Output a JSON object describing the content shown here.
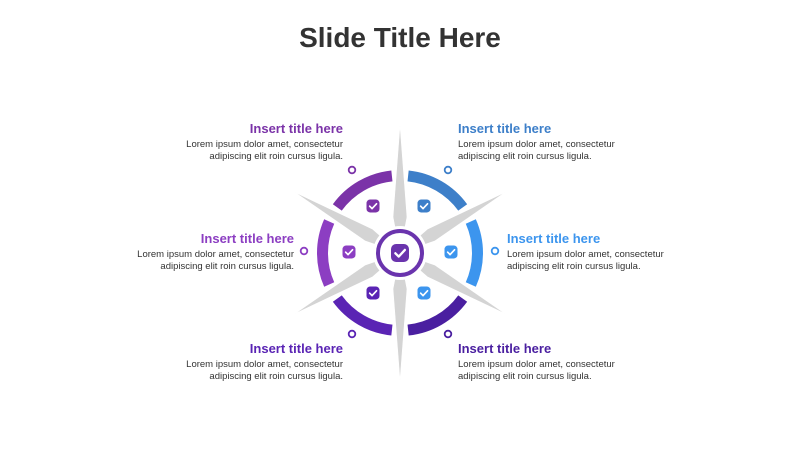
{
  "slide_title": "Slide Title Here",
  "colors": {
    "purple": "#7b33a8",
    "violet": "#8c3ec2",
    "indigo": "#5a24b4",
    "blue": "#3d7fc9",
    "sky": "#3c95ee",
    "navy": "#4a1fa0",
    "hub": "#6a34ad"
  },
  "items": [
    {
      "title": "Insert title here",
      "body_line1": "Lorem ipsum dolor amet, consectetur",
      "body_line2": "adipiscing elit roin cursus ligula.",
      "color": "#7b33a8"
    },
    {
      "title": "Insert title here",
      "body_line1": "Lorem ipsum dolor amet, consectetur",
      "body_line2": "adipiscing elit roin cursus ligula.",
      "color": "#3d7fc9"
    },
    {
      "title": "Insert title here",
      "body_line1": "Lorem ipsum dolor amet, consectetur",
      "body_line2": "adipiscing elit roin cursus ligula.",
      "color": "#8c3ec2"
    },
    {
      "title": "Insert title here",
      "body_line1": "Lorem ipsum dolor amet, consectetur",
      "body_line2": "adipiscing elit roin cursus ligula.",
      "color": "#3c95ee"
    },
    {
      "title": "Insert title here",
      "body_line1": "Lorem ipsum dolor amet, consectetur",
      "body_line2": "adipiscing elit roin cursus ligula.",
      "color": "#5a24b4"
    },
    {
      "title": "Insert title here",
      "body_line1": "Lorem ipsum dolor amet, consectetur",
      "body_line2": "adipiscing elit roin cursus ligula.",
      "color": "#4a1fa0"
    }
  ],
  "icons": [
    "check-icon",
    "check-icon",
    "check-icon",
    "check-icon",
    "check-icon",
    "check-icon",
    "check-icon"
  ]
}
